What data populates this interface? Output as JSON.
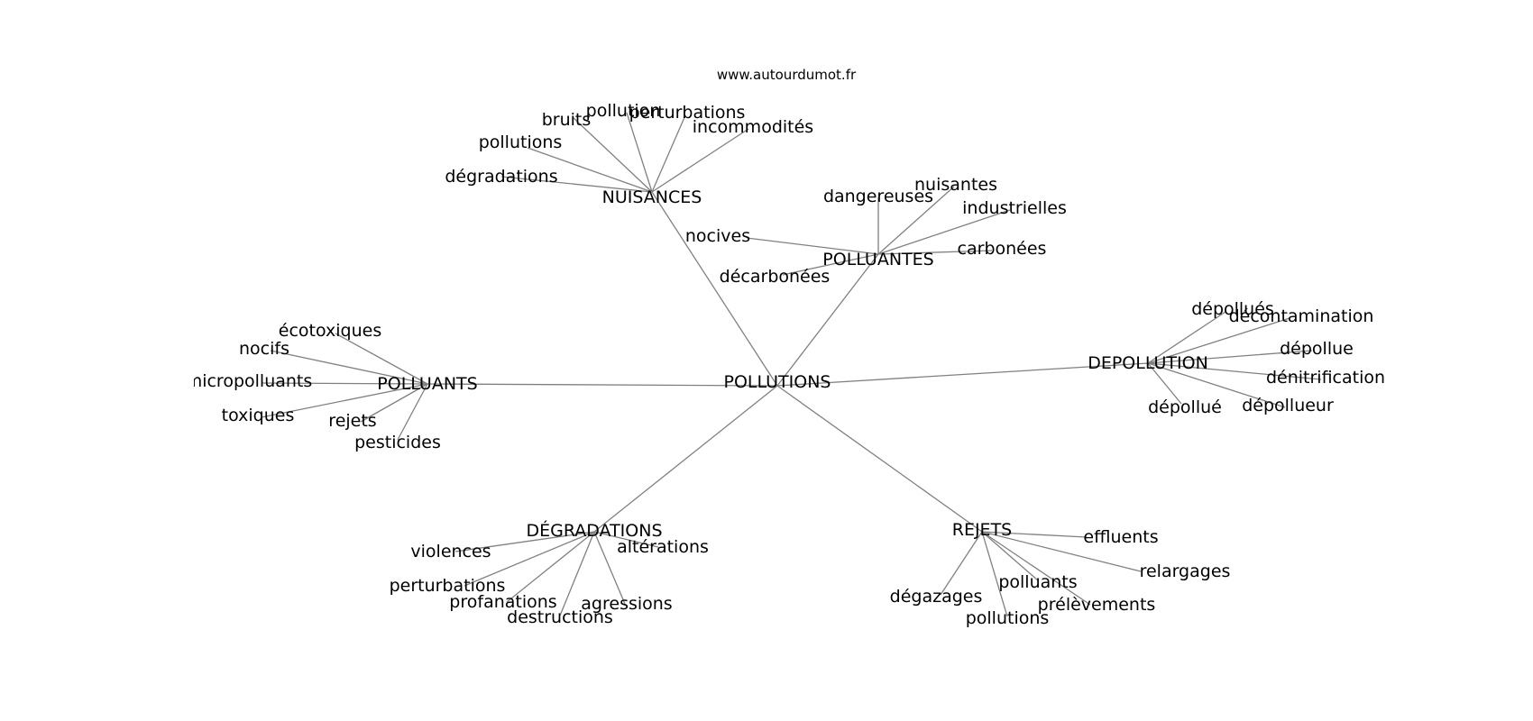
{
  "source": "www.autourdumot.fr",
  "colors": {
    "edge": "#808080",
    "text": "#000000",
    "background": "#ffffff"
  },
  "root": {
    "id": "root",
    "label": "POLLUTIONS"
  },
  "hubs": [
    {
      "id": "nuisances",
      "label": "NUISANCES",
      "leaves": [
        "dégradations",
        "pollutions",
        "bruits",
        "pollution",
        "perturbations",
        "incommodités"
      ]
    },
    {
      "id": "polluantes",
      "label": "POLLUANTES",
      "leaves": [
        "nocives",
        "dangereuses",
        "nuisantes",
        "industrielles",
        "carbonées",
        "décarbonées"
      ]
    },
    {
      "id": "depollution",
      "label": "DEPOLLUTION",
      "leaves": [
        "dépollués",
        "décontamination",
        "dépollue",
        "dénitrification",
        "dépollueur",
        "dépollué"
      ]
    },
    {
      "id": "polluants",
      "label": "POLLUANTS",
      "leaves": [
        "écotoxiques",
        "nocifs",
        "micropolluants",
        "toxiques",
        "rejets",
        "pesticides"
      ]
    },
    {
      "id": "degradations",
      "label": "DÉGRADATIONS",
      "leaves": [
        "violences",
        "perturbations",
        "profanations",
        "destructions",
        "agressions",
        "altérations"
      ]
    },
    {
      "id": "rejets",
      "label": "REJETS",
      "leaves": [
        "effluents",
        "relargages",
        "prélèvements",
        "polluants",
        "pollutions",
        "dégazages"
      ]
    }
  ]
}
